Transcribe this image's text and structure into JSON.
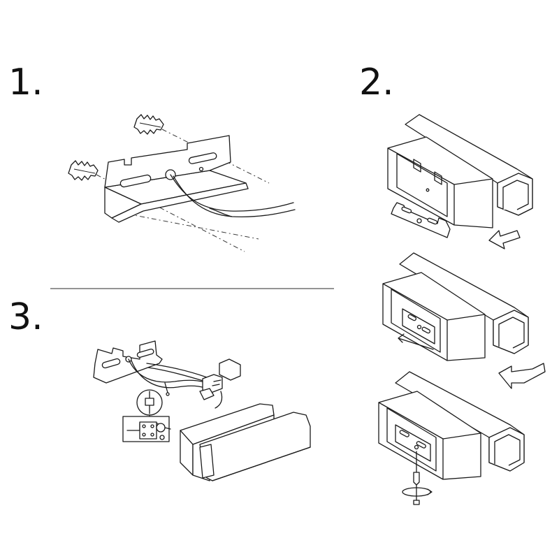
{
  "steps": [
    {
      "number": "1."
    },
    {
      "number": "2."
    },
    {
      "number": "3."
    }
  ],
  "colors": {
    "line": "#1a1a1a",
    "background": "#ffffff",
    "divider": "#555555"
  },
  "icons": {
    "wall-plug": "wall-plug-icon",
    "mounting-bracket": "mounting-bracket-icon",
    "cable": "cable-icon",
    "lamp-housing": "lamp-housing-icon",
    "direction-arrow": "arrow-icon",
    "screw": "screw-icon",
    "terminal-block": "terminal-block-icon"
  }
}
